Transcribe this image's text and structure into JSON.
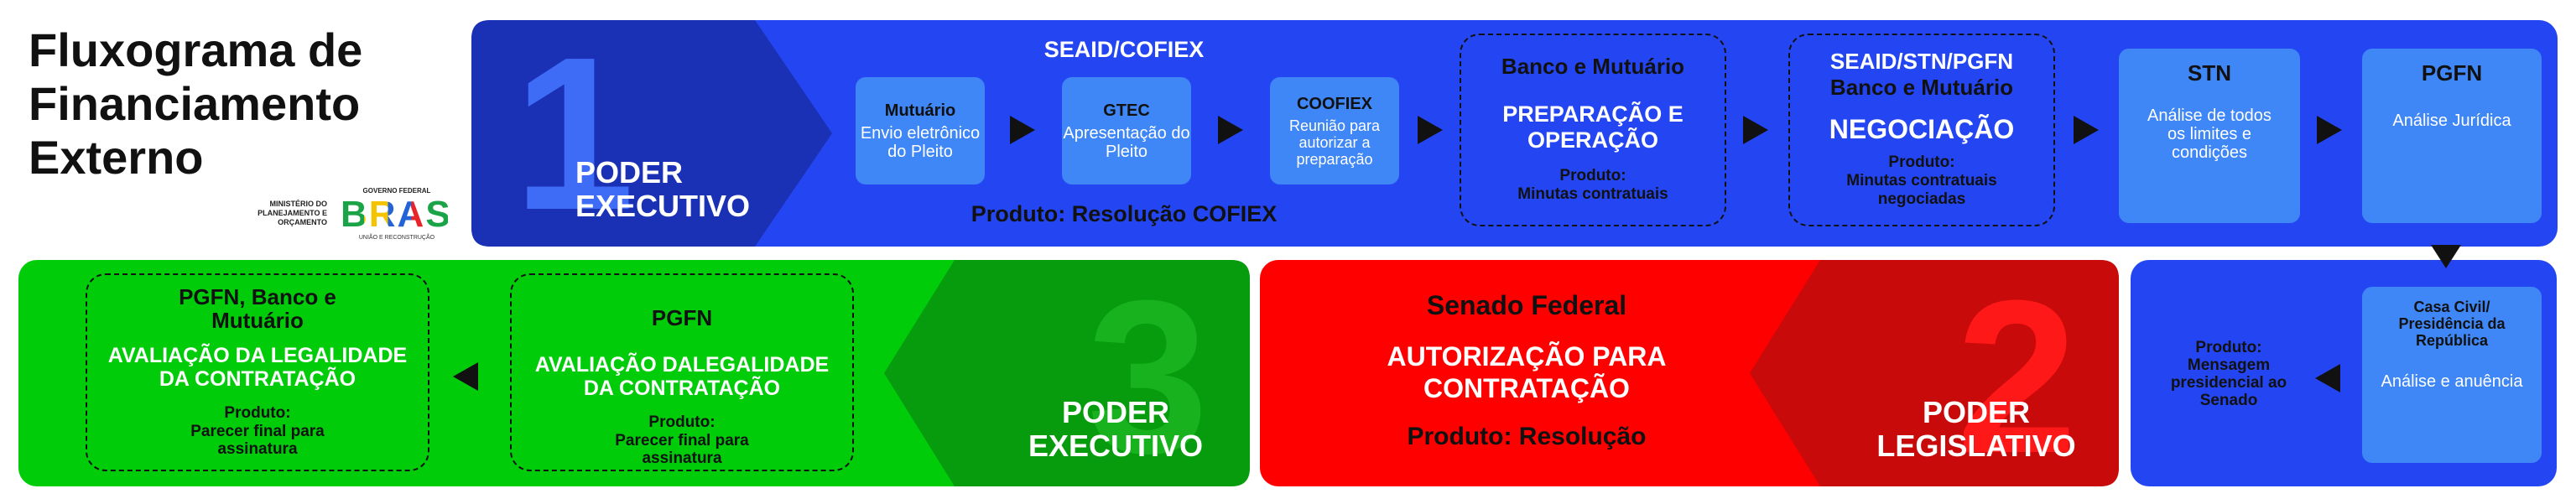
{
  "title": {
    "line1": "Fluxograma de",
    "line2": "Financiamento",
    "line3": "Externo"
  },
  "logos": {
    "ministry": "MINISTÉRIO DO PLANEJAMENTO E ORÇAMENTO",
    "gov_label": "GOVERNO FEDERAL",
    "brasil": "BRASIL",
    "brasil_sub": "UNIÃO E RECONSTRUÇÃO"
  },
  "phase1": {
    "number": "1",
    "label_line1": "PODER",
    "label_line2": "EXECUTIVO",
    "header": "SEAID/COFIEX",
    "product": "Produto: Resolução COFIEX",
    "boxes": [
      {
        "title": "Mutuário",
        "body": "Envio eletrônico do Pleito"
      },
      {
        "title": "GTEC",
        "body": "Apresentação do Pleito"
      },
      {
        "title": "COOFIEX",
        "body": "Reunião para autorizar a preparação"
      }
    ],
    "prep": {
      "org": "Banco e Mutuário",
      "step": "PREPARAÇÃO E OPERAÇÃO",
      "product_label": "Produto:",
      "product": "Minutas contratuais"
    },
    "neg": {
      "org1": "SEAID/STN/PGFN",
      "org2": "Banco e Mutuário",
      "step": "NEGOCIAÇÃO",
      "product_label": "Produto:",
      "product": "Minutas contratuais negociadas"
    },
    "stn": {
      "title": "STN",
      "body": "Análise de todos os limites e condições"
    },
    "pgfn": {
      "title": "PGFN",
      "body": "Análise Jurídica"
    }
  },
  "phase1b": {
    "casa": {
      "title": "Casa Civil/ Presidência da República",
      "body": "Análise e anuência"
    },
    "product_label": "Produto:",
    "product": "Mensagem presidencial ao Senado"
  },
  "phase2": {
    "number": "2",
    "label_line1": "PODER",
    "label_line2": "LEGISLATIVO",
    "org": "Senado Federal",
    "step": "AUTORIZAÇÃO PARA CONTRATAÇÃO",
    "product": "Produto: Resolução"
  },
  "phase3": {
    "number": "3",
    "label_line1": "PODER",
    "label_line2": "EXECUTIVO",
    "pgfn_box": {
      "org": "PGFN",
      "step": "AVALIAÇÃO DALEGALIDADE DA CONTRATAÇÃO",
      "product_label": "Produto:",
      "product": "Parecer final para assinatura"
    },
    "final_box": {
      "org": "PGFN, Banco e Mutuário",
      "step": "AVALIAÇÃO DA LEGALIDADE DA CONTRATAÇÃO",
      "product_label": "Produto:",
      "product": "Parecer final para assinatura"
    }
  },
  "colors": {
    "blue": "#2446f2",
    "dark_blue": "#1a30b5",
    "box_blue": "#3f86f6",
    "red": "#ff0000",
    "dark_red": "#c80a0a",
    "green": "#00cc0a",
    "dark_green": "#079c0e"
  }
}
